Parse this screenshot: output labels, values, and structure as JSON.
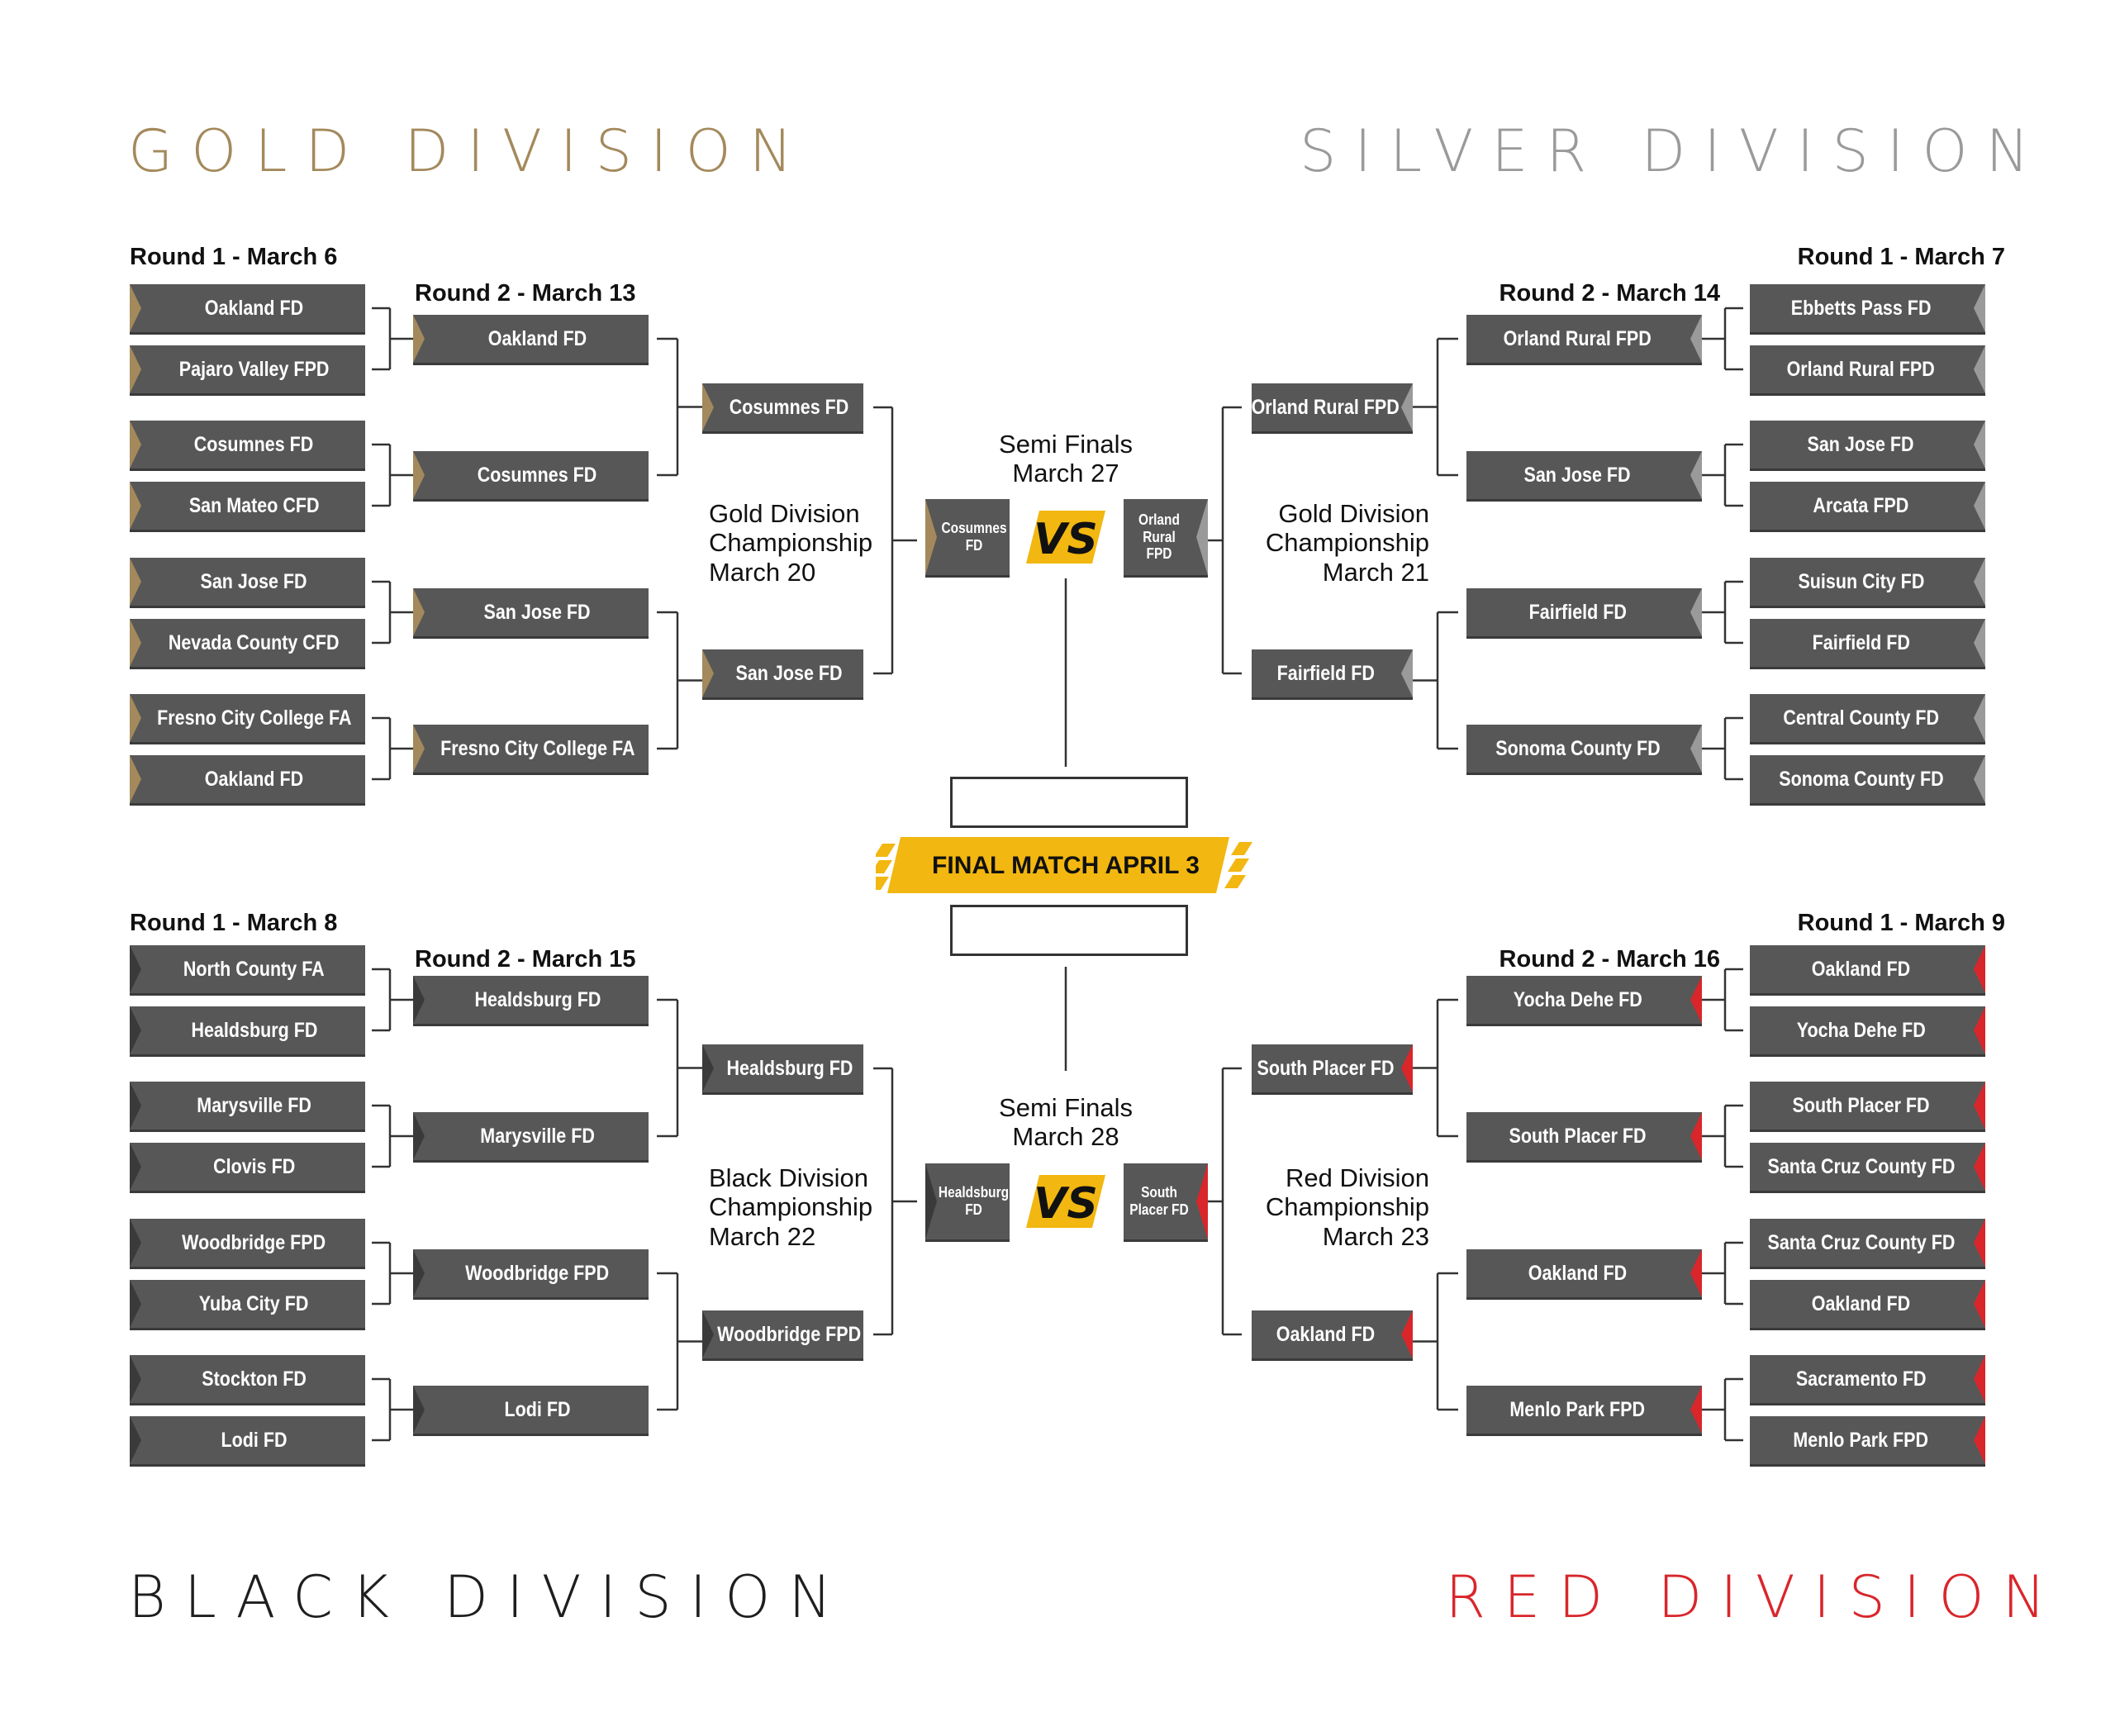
{
  "colors": {
    "gold": "#a3895c",
    "silver": "#9a9a9a",
    "black": "#3a3a3a",
    "red": "#d9262b",
    "yellow": "#f2b710",
    "team_fill": "#575757"
  },
  "divisions": {
    "gold": {
      "title": "GOLD DIVISION",
      "round1_label": "Round 1 - March 6",
      "round2_label": "Round 2 - March 13",
      "round1": [
        "Oakland FD",
        "Pajaro Valley FPD",
        "Cosumnes FD",
        "San Mateo CFD",
        "San Jose FD",
        "Nevada County CFD",
        "Fresno City College FA",
        "Oakland FD"
      ],
      "round2": [
        "Oakland FD",
        "Cosumnes FD",
        "San Jose FD",
        "Fresno City College FA"
      ],
      "round3": [
        "Cosumnes FD",
        "San Jose FD"
      ],
      "championship_label": "Gold Division\nChampionship\nMarch 20"
    },
    "silver": {
      "title": "SILVER DIVISION",
      "round1_label": "Round 1 - March 7",
      "round2_label": "Round 2 - March 14",
      "round1": [
        "Ebbetts Pass FD",
        "Orland Rural FPD",
        "San Jose FD",
        "Arcata FPD",
        "Suisun City FD",
        "Fairfield FD",
        "Central County FD",
        "Sonoma County FD"
      ],
      "round2": [
        "Orland Rural FPD",
        "San Jose FD",
        "Fairfield FD",
        "Sonoma County FD"
      ],
      "round3": [
        "Orland Rural FPD",
        "Fairfield FD"
      ],
      "championship_label": "Gold Division\nChampionship\nMarch 21"
    },
    "black": {
      "title": "BLACK DIVISION",
      "round1_label": "Round 1 - March 8",
      "round2_label": "Round 2 - March 15",
      "round1": [
        "North County FA",
        "Healdsburg FD",
        "Marysville FD",
        "Clovis FD",
        "Woodbridge FPD",
        "Yuba City FD",
        "Stockton FD",
        "Lodi FD"
      ],
      "round2": [
        "Healdsburg FD",
        "Marysville FD",
        "Woodbridge FPD",
        "Lodi FD"
      ],
      "round3": [
        "Healdsburg FD",
        "Woodbridge FPD"
      ],
      "championship_label": "Black Division\nChampionship\nMarch 22"
    },
    "red": {
      "title": "RED DIVISION",
      "round1_label": "Round 1 - March 9",
      "round2_label": "Round 2 - March 16",
      "round1": [
        "Oakland FD",
        "Yocha Dehe FD",
        "South Placer FD",
        "Santa Cruz County FD",
        "Santa Cruz County FD",
        "Oakland FD",
        "Sacramento FD",
        "Menlo Park FPD"
      ],
      "round2": [
        "Yocha Dehe FD",
        "South Placer FD",
        "Oakland FD",
        "Menlo Park FPD"
      ],
      "round3": [
        "South Placer FD",
        "Oakland FD"
      ],
      "championship_label": "Red Division\nChampionship\nMarch 23"
    }
  },
  "semis": {
    "top": {
      "label": "Semi Finals\nMarch 27",
      "left_team": "Cosumnes FD",
      "right_team": "Orland Rural FPD",
      "vs": "VS"
    },
    "bottom": {
      "label": "Semi Finals\nMarch 28",
      "left_team": "Healdsburg FD",
      "right_team": "South Placer FD",
      "vs": "VS"
    }
  },
  "final": {
    "label": "FINAL MATCH APRIL 3",
    "top_slot": "",
    "bottom_slot": ""
  }
}
